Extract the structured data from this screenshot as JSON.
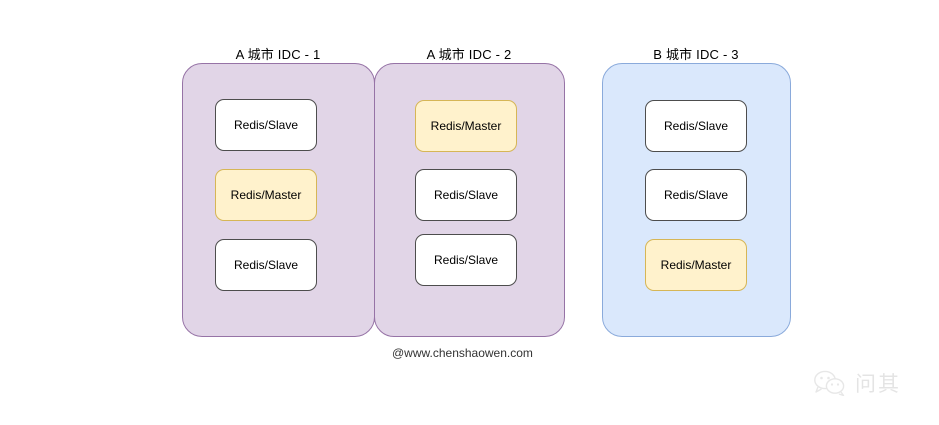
{
  "diagram": {
    "title_watermark": "@www.chenshaowen.com",
    "colors": {
      "zone_purple_fill": "#e1d5e7",
      "zone_purple_border": "#9673a6",
      "zone_blue_fill": "#dae8fc",
      "zone_blue_border": "#8aaadb",
      "node_slave_fill": "#ffffff",
      "node_slave_border": "#4d4d4d",
      "node_master_fill": "#fff2cc",
      "node_master_border": "#d6b656"
    },
    "zones": [
      {
        "id": "idc-1",
        "label": "A 城市 IDC - 1",
        "theme": "purple",
        "nodes": [
          {
            "label": "Redis/Slave",
            "role": "slave"
          },
          {
            "label": "Redis/Master",
            "role": "master"
          },
          {
            "label": "Redis/Slave",
            "role": "slave"
          }
        ]
      },
      {
        "id": "idc-2",
        "label": "A 城市 IDC - 2",
        "theme": "purple",
        "nodes": [
          {
            "label": "Redis/Master",
            "role": "master"
          },
          {
            "label": "Redis/Slave",
            "role": "slave"
          },
          {
            "label": "Redis/Slave",
            "role": "slave"
          }
        ]
      },
      {
        "id": "idc-3",
        "label": "B 城市 IDC - 3",
        "theme": "blue",
        "nodes": [
          {
            "label": "Redis/Slave",
            "role": "slave"
          },
          {
            "label": "Redis/Slave",
            "role": "slave"
          },
          {
            "label": "Redis/Master",
            "role": "master"
          }
        ]
      }
    ],
    "brand": {
      "logo": "wechat-icon",
      "name": "问其"
    }
  }
}
